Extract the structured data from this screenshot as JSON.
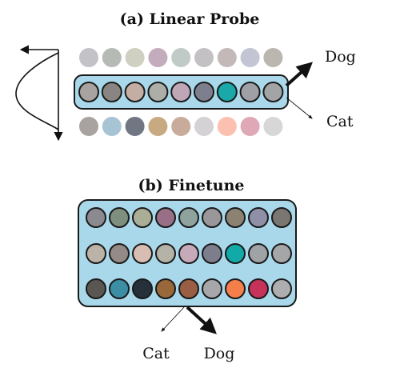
{
  "panel_a": {
    "title": "(a) Linear Probe",
    "output_top": "Dog",
    "output_bottom": "Cat",
    "rows": [
      [
        "#c3c2c6",
        "#b5bab4",
        "#cfd0c1",
        "#c3acbb",
        "#c0cbc8",
        "#c4c1c4",
        "#c4b9b9",
        "#c3c4d4",
        "#bcb6b1"
      ],
      [
        "#a8a3a0",
        "#888583",
        "#c4aea4",
        "#adaea8",
        "#c0a7b7",
        "#7d7f8e",
        "#1aa8a8",
        "#9ea0a6",
        "#a3a4a6"
      ],
      [
        "#a8a3a0",
        "#a6c4d4",
        "#707682",
        "#c7aa82",
        "#c9ab9c",
        "#d5d2d6",
        "#fcc0b0",
        "#dea8b6",
        "#d8d7d8"
      ]
    ],
    "frozen_row_index": 1
  },
  "panel_b": {
    "title": "(b) Finetune",
    "output_left": "Cat",
    "output_right": "Dog",
    "rows": [
      [
        "#8a8a90",
        "#7e8f7e",
        "#aaae96",
        "#986f86",
        "#8fa39e",
        "#999799",
        "#8b8271",
        "#8f90a8",
        "#7a7672"
      ],
      [
        "#bbb3a8",
        "#948a86",
        "#d8beb2",
        "#b5b2a8",
        "#c6aab9",
        "#7c7e8d",
        "#12aaa8",
        "#a0a3a6",
        "#a5a6a8"
      ],
      [
        "#5a5652",
        "#3c8ea4",
        "#26303a",
        "#99683a",
        "#9a5e44",
        "#a7a6aa",
        "#f57f4a",
        "#c7325a",
        "#aeaeb0"
      ]
    ]
  },
  "colors": {
    "box_fill": "#a9d8ea",
    "stroke": "#1a1a1a"
  }
}
